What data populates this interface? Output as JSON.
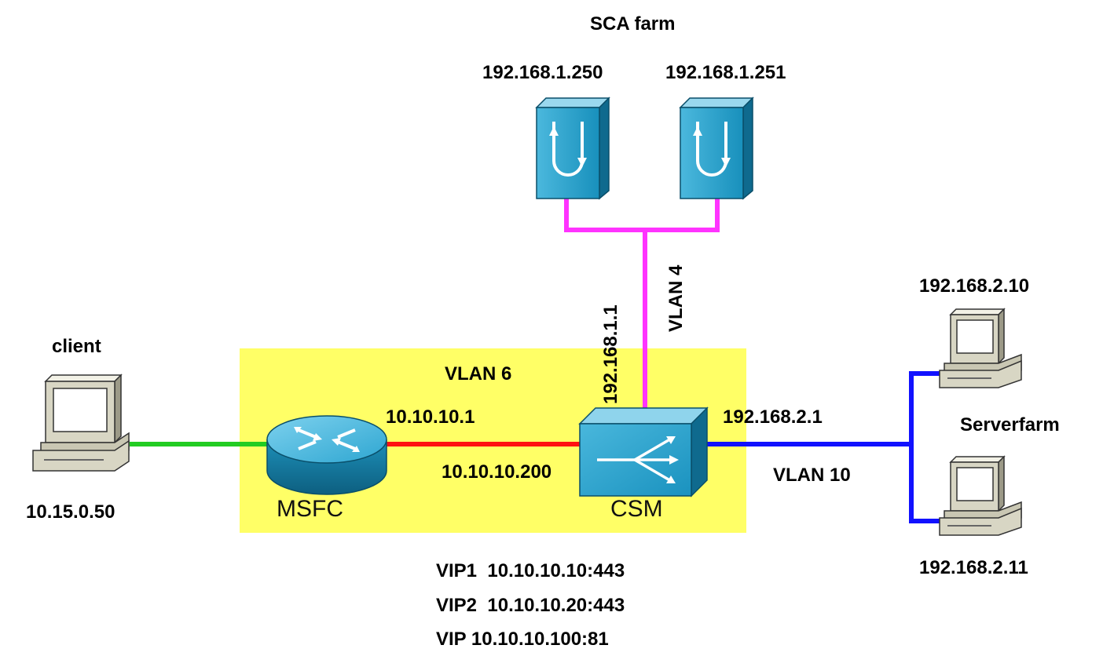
{
  "sca_farm": {
    "title": "SCA farm",
    "sca1_ip": "192.168.1.250",
    "sca2_ip": "192.168.1.251",
    "uplink_ip": "192.168.1.1",
    "vlan": "VLAN 4"
  },
  "client": {
    "label": "client",
    "ip": "10.15.0.50"
  },
  "core": {
    "vlan": "VLAN 6",
    "msfc_label": "MSFC",
    "msfc_ip": "10.10.10.1",
    "csm_label": "CSM",
    "csm_client_ip": "10.10.10.200",
    "csm_server_ip": "192.168.2.1"
  },
  "serverfarm": {
    "label": "Serverfarm",
    "vlan": "VLAN 10",
    "server1_ip": "192.168.2.10",
    "server2_ip": "192.168.2.11"
  },
  "vips": [
    "VIP1  10.10.10.10:443",
    "VIP2  10.10.10.20:443",
    "VIP 10.10.10.100:81"
  ],
  "colors": {
    "vlan6_zone": "#ffff66",
    "client_link": "#22cc22",
    "vlan6_link": "#ff1111",
    "vlan4_link": "#ff33ff",
    "vlan10_link": "#1111ff",
    "device_blue": "#1b9ec9",
    "pc_body": "#d8d6c4"
  }
}
